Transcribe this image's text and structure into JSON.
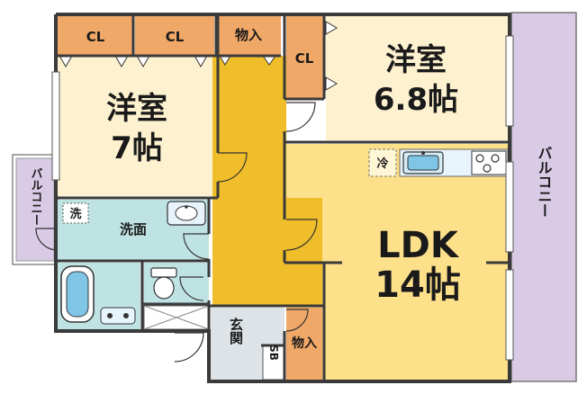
{
  "rooms": {
    "western_left": {
      "name": "洋室",
      "size": "7帖"
    },
    "western_right": {
      "name": "洋室",
      "size": "6.8帖"
    },
    "ldk": {
      "name": "LDK",
      "size": "14帖"
    },
    "washroom": "洗面",
    "entrance": "玄関",
    "storage_top": "物入",
    "storage_bottom": "物入",
    "shoe_box": "SB",
    "closet_1": "CL",
    "closet_2": "CL",
    "closet_3": "CL",
    "washer": "洗",
    "fridge": "冷"
  },
  "balconies": {
    "right": "バルコニー",
    "left": "バルコニー"
  },
  "colors": {
    "wall": "#3a3a3a",
    "western_room": "#fdf1cf",
    "ldk": "#fde08a",
    "hallway": "#f0be2a",
    "closet": "#f0a868",
    "wet_area": "#bfe3e3",
    "entrance": "#dde3e6",
    "balcony": "#d9cbe6",
    "kitchen_counter": "#e8f4fb"
  }
}
